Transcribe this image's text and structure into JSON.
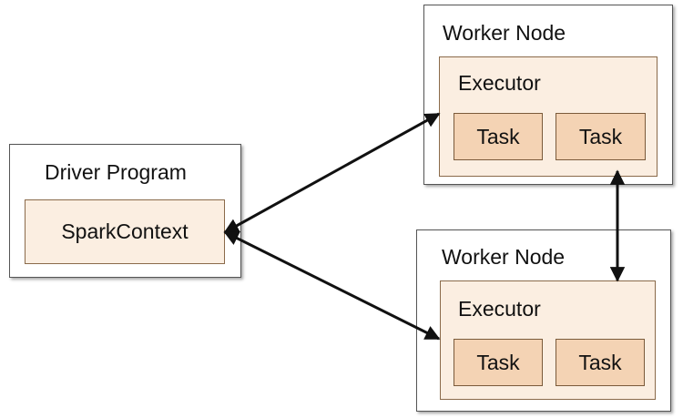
{
  "driver": {
    "title": "Driver Program",
    "context": "SparkContext"
  },
  "workers": [
    {
      "title": "Worker Node",
      "executor": "Executor",
      "tasks": [
        "Task",
        "Task"
      ]
    },
    {
      "title": "Worker Node",
      "executor": "Executor",
      "tasks": [
        "Task",
        "Task"
      ]
    }
  ],
  "colors": {
    "inner_fill": "#fbeee1",
    "task_fill": "#f4d3b4",
    "border": "#555555",
    "arrow": "#111111"
  }
}
